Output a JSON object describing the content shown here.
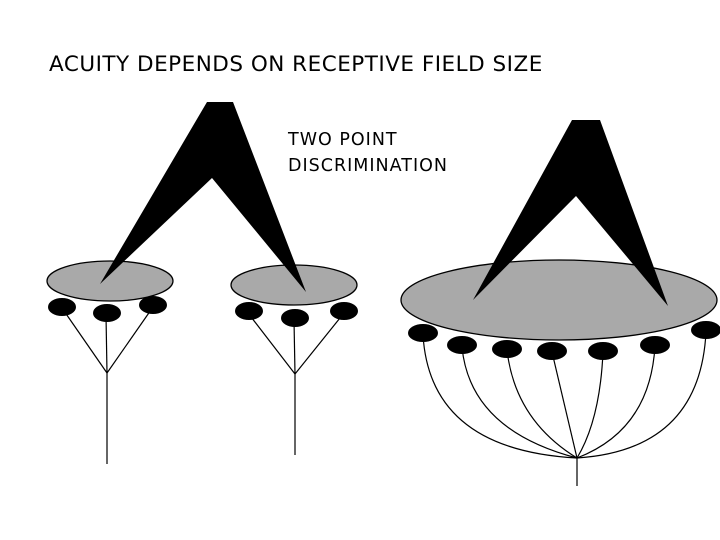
{
  "diagram": {
    "title": "ACUITY DEPENDS ON RECEPTIVE FIELD SIZE",
    "label_line1": "TWO POINT",
    "label_line2": "DISCRIMINATION",
    "colors": {
      "receptive_field": "#a9a9a9",
      "cells": "#000000",
      "lines": "#000000",
      "background": "#ffffff"
    }
  }
}
